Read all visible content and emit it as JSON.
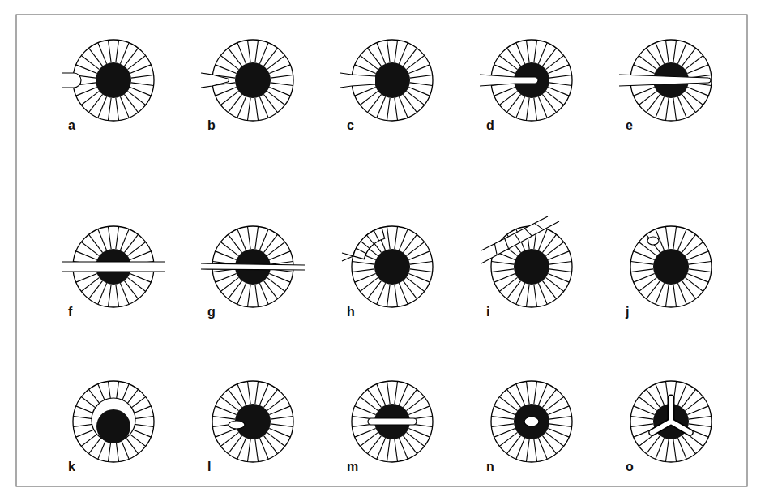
{
  "diagram": {
    "labels": [
      "a",
      "b",
      "c",
      "d",
      "e",
      "f",
      "g",
      "h",
      "i",
      "j",
      "k",
      "l",
      "m",
      "n",
      "o"
    ]
  }
}
